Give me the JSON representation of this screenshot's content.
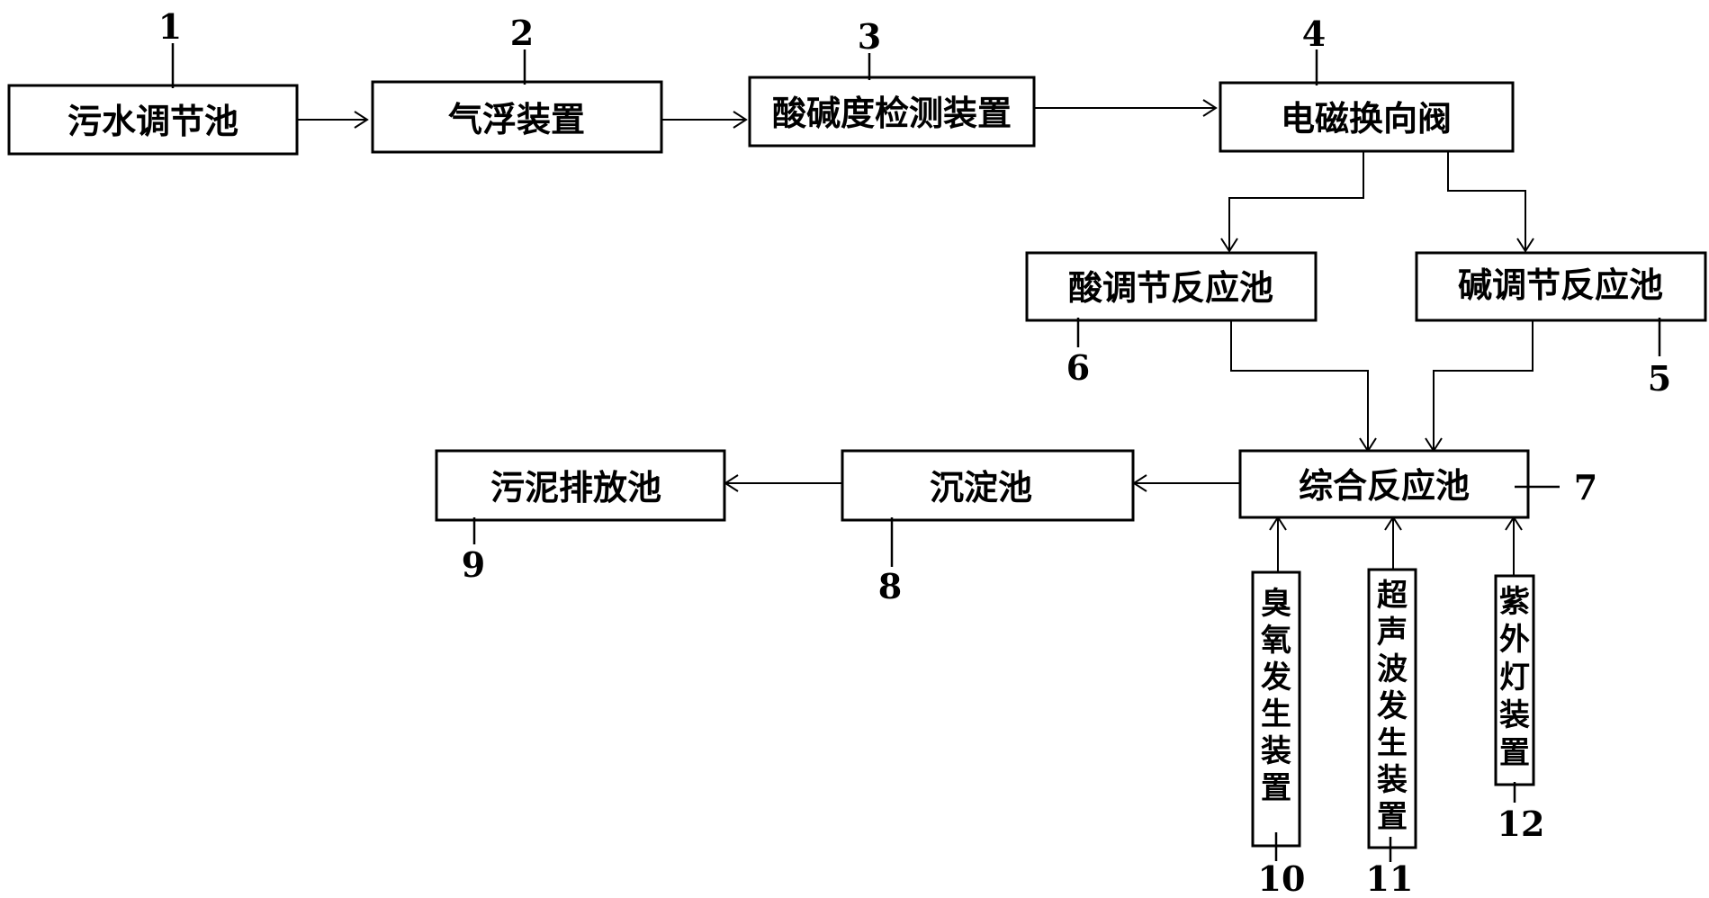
{
  "nodes": {
    "n1": {
      "label": "污水调节池",
      "number": "1"
    },
    "n2": {
      "label": "气浮装置",
      "number": "2"
    },
    "n3": {
      "label": "酸碱度检测装置",
      "number": "3"
    },
    "n4": {
      "label": "电磁换向阀",
      "number": "4"
    },
    "n5": {
      "label": "碱调节反应池",
      "number": "5"
    },
    "n6": {
      "label": "酸调节反应池",
      "number": "6"
    },
    "n7": {
      "label": "综合反应池",
      "number": "7"
    },
    "n8": {
      "label": "沉淀池",
      "number": "8"
    },
    "n9": {
      "label": "污泥排放池",
      "number": "9"
    },
    "n10": {
      "label": "臭氧发生装置",
      "number": "10"
    },
    "n11": {
      "label": "超声波发生装置",
      "number": "11"
    },
    "n12": {
      "label": "紫外灯装置",
      "number": "12"
    }
  },
  "edges": [
    {
      "from": "n1",
      "to": "n2"
    },
    {
      "from": "n2",
      "to": "n3"
    },
    {
      "from": "n3",
      "to": "n4"
    },
    {
      "from": "n4",
      "to": "n6"
    },
    {
      "from": "n4",
      "to": "n5"
    },
    {
      "from": "n6",
      "to": "n7"
    },
    {
      "from": "n5",
      "to": "n7"
    },
    {
      "from": "n7",
      "to": "n8"
    },
    {
      "from": "n8",
      "to": "n9"
    },
    {
      "from": "n10",
      "to": "n7"
    },
    {
      "from": "n11",
      "to": "n7"
    },
    {
      "from": "n12",
      "to": "n7"
    }
  ]
}
